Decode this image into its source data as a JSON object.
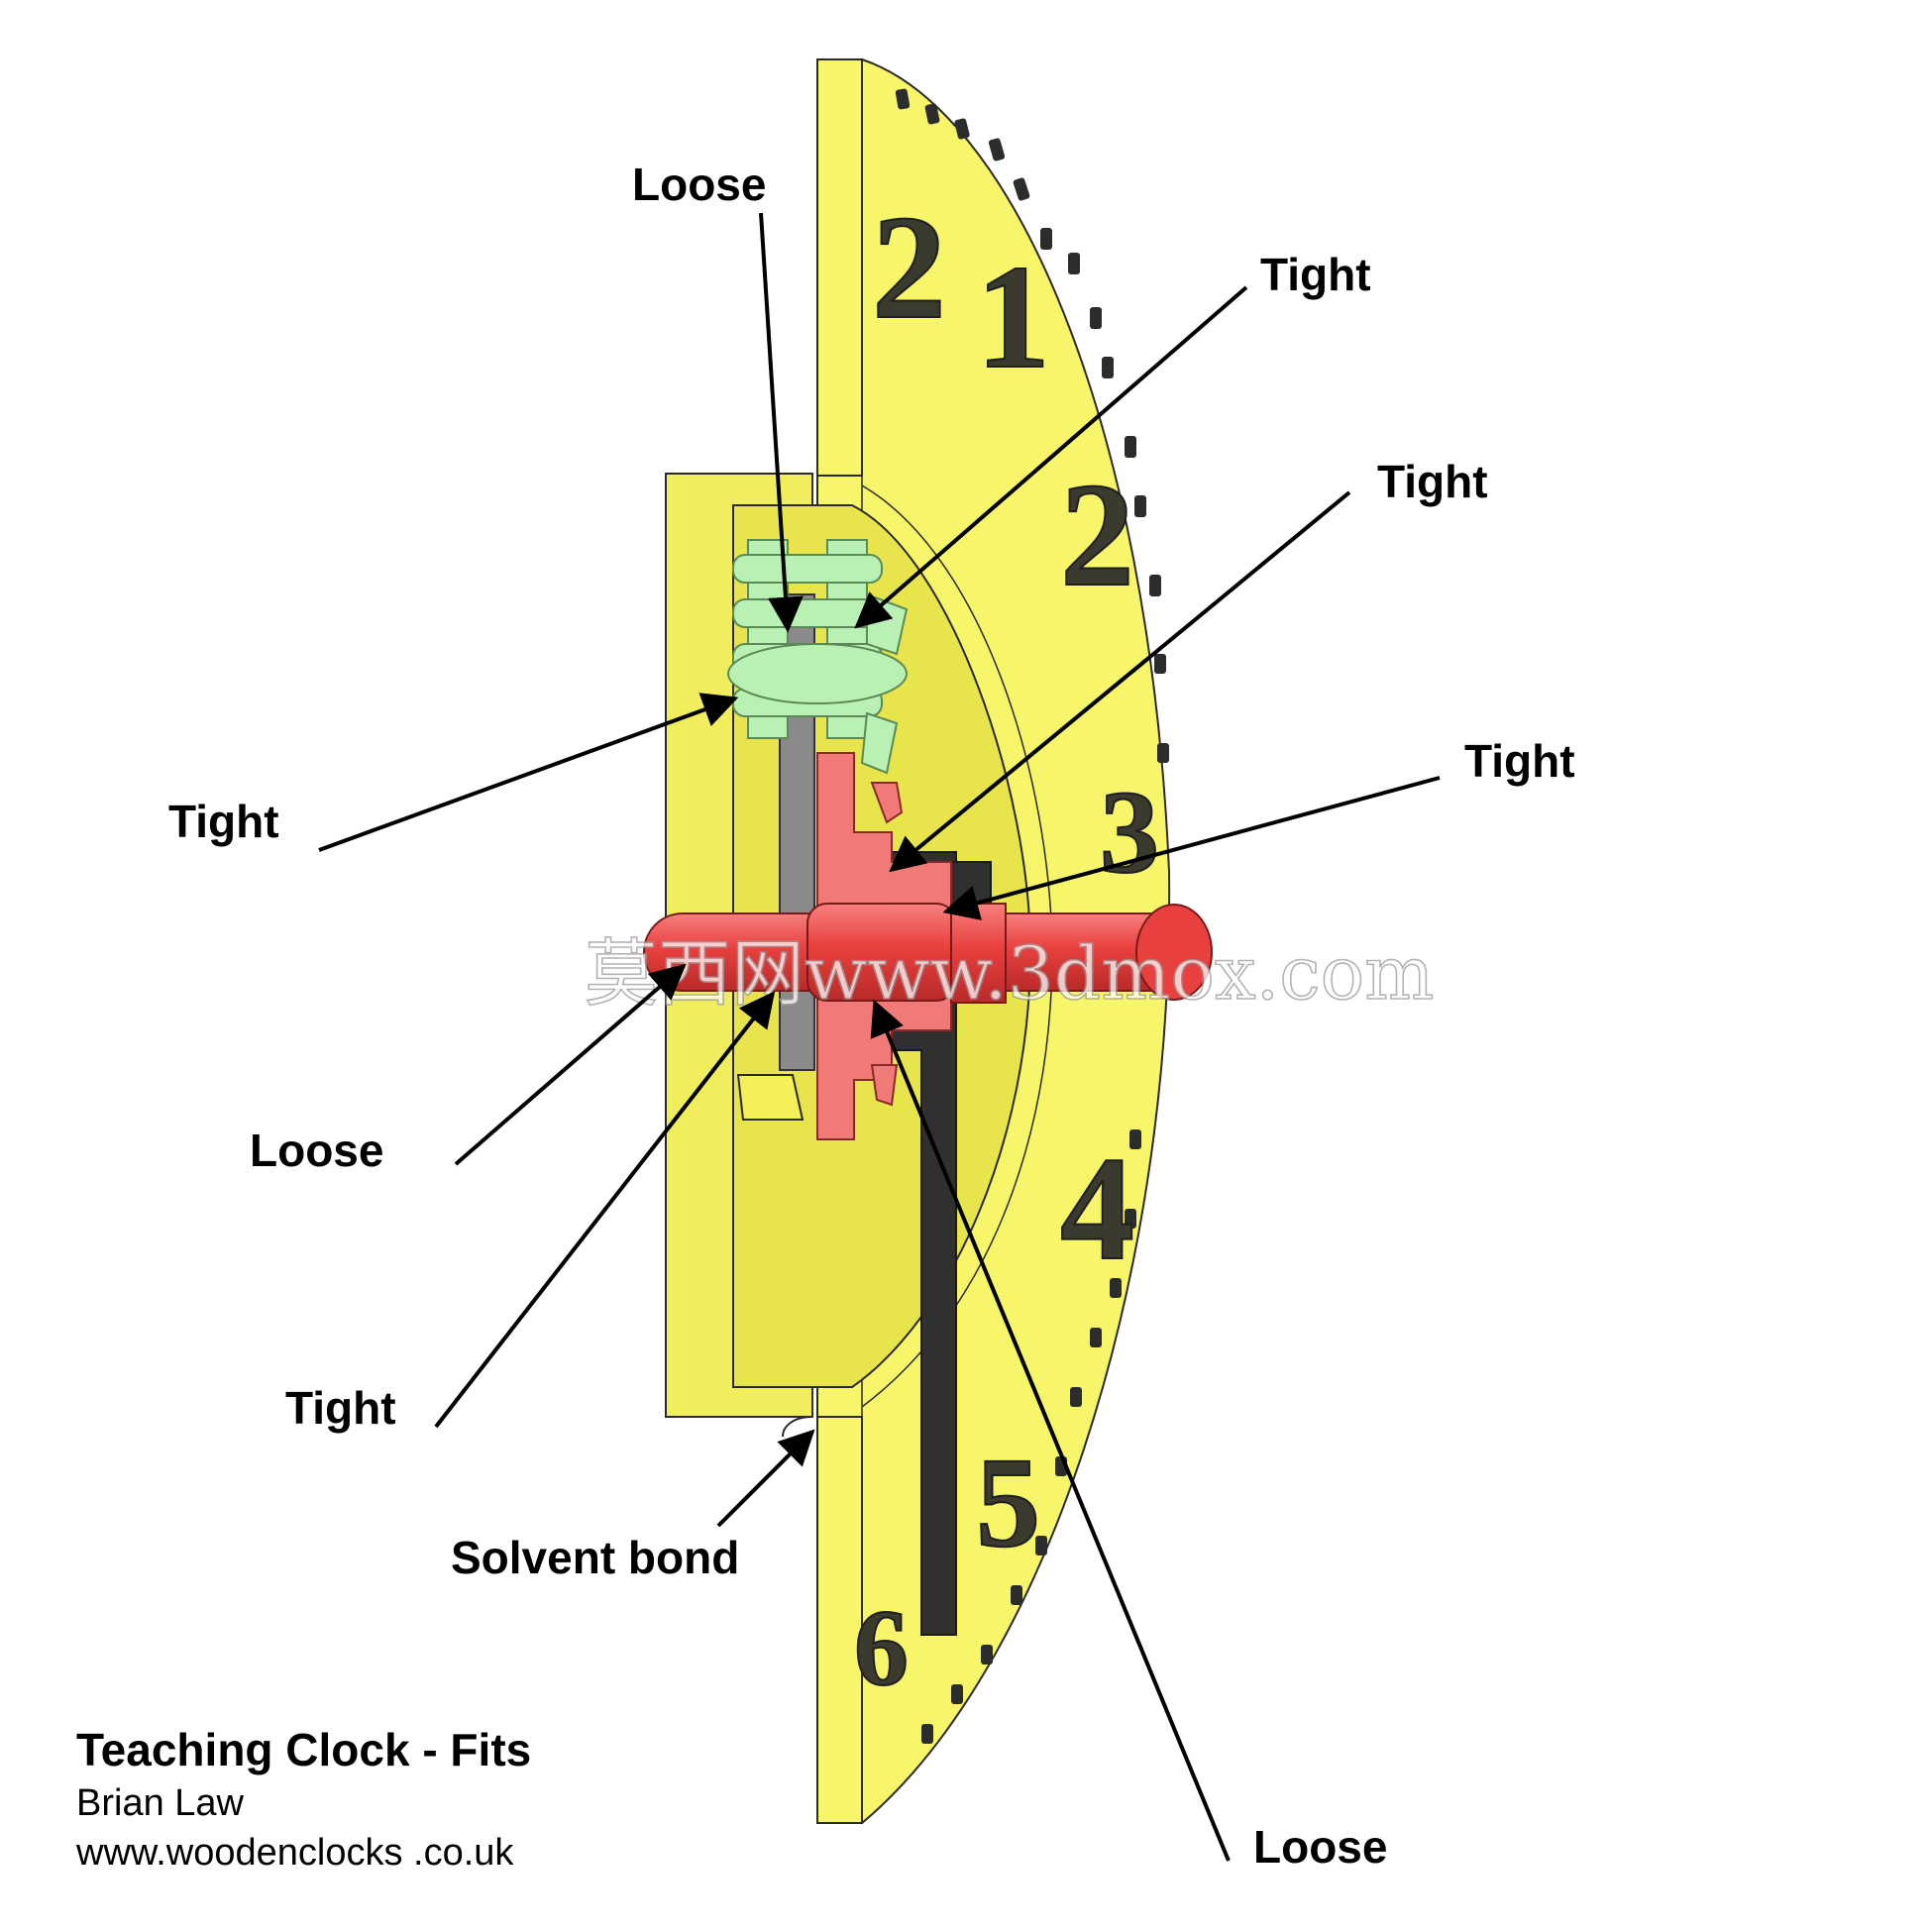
{
  "labels": {
    "loose_top": "Loose",
    "tight_top_right": "Tight",
    "tight_mid_right": "Tight",
    "tight_shaft_right": "Tight",
    "tight_left": "Tight",
    "loose_left": "Loose",
    "tight_lower_left": "Tight",
    "solvent_bond": "Solvent bond",
    "loose_bottom": "Loose"
  },
  "dial_numerals": [
    "2",
    "1",
    "2",
    "3",
    "4",
    "5",
    "6"
  ],
  "credits": {
    "title": "Teaching Clock - Fits",
    "author": "Brian Law",
    "website": "www.woodenclocks .co.uk"
  },
  "watermark": "莫西网www.3dmox.com",
  "colors": {
    "dial": "#f7f56a",
    "dial_shadow": "#e3e04a",
    "pinion": "#b9f0b4",
    "hub": "#f07a78",
    "shaft": "#e8403e",
    "dark_part": "#303030",
    "grey_part": "#8a8a8a",
    "arrow": "#000000"
  }
}
